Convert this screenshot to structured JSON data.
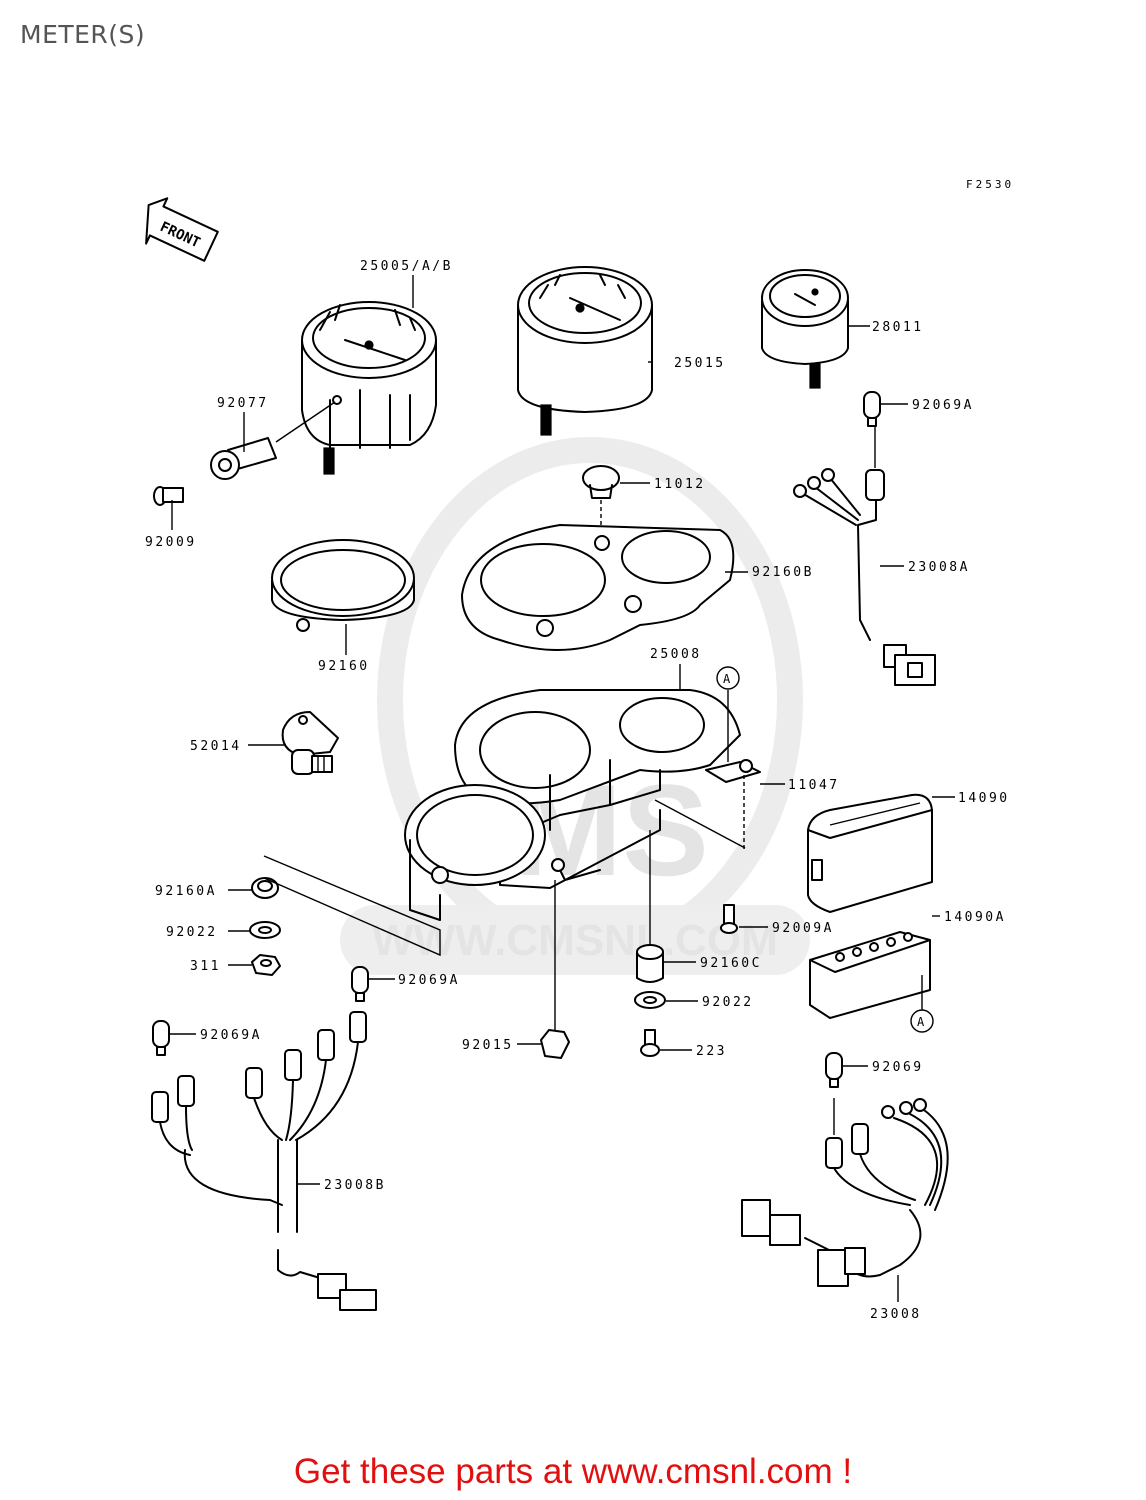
{
  "page": {
    "title": "METER(S)",
    "figure_code": "F2530"
  },
  "front_arrow": {
    "label": "FRONT"
  },
  "watermark": {
    "url": "WWW.CMSNL.COM",
    "logo": "CMS"
  },
  "parts": [
    {
      "id": "25005/A/B"
    },
    {
      "id": "25015"
    },
    {
      "id": "28011"
    },
    {
      "id": "92077"
    },
    {
      "id": "92009"
    },
    {
      "id": "11012"
    },
    {
      "id": "92069A"
    },
    {
      "id": "23008A"
    },
    {
      "id": "92160B"
    },
    {
      "id": "92160"
    },
    {
      "id": "25008"
    },
    {
      "id": "52014"
    },
    {
      "id": "11047"
    },
    {
      "id": "14090"
    },
    {
      "id": "92160A"
    },
    {
      "id": "92022"
    },
    {
      "id": "311"
    },
    {
      "id": "92009A"
    },
    {
      "id": "14090A"
    },
    {
      "id": "92069A"
    },
    {
      "id": "92160C"
    },
    {
      "id": "92069A"
    },
    {
      "id": "92022"
    },
    {
      "id": "92015"
    },
    {
      "id": "223"
    },
    {
      "id": "92069"
    },
    {
      "id": "23008B"
    },
    {
      "id": "23008"
    }
  ],
  "callouts": {
    "a": "A"
  },
  "footer": {
    "cta": "Get these parts at www.cmsnl.com !"
  },
  "colors": {
    "cta": "#e20f0f",
    "title": "#555555",
    "watermark": "#e4e4e4"
  }
}
